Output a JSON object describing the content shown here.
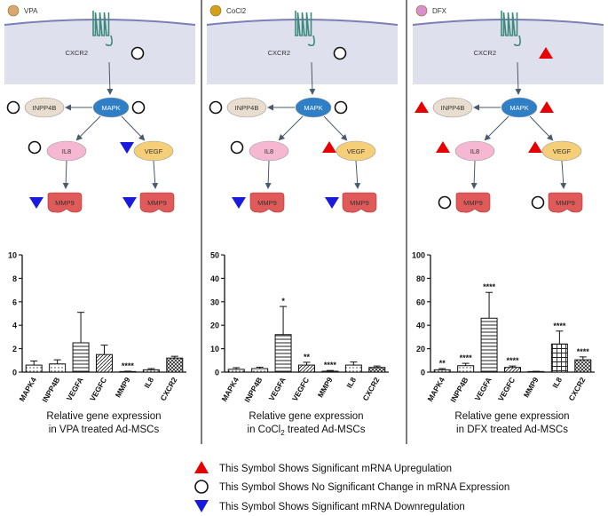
{
  "panels": [
    {
      "id": "vpa",
      "treatment": "VPA",
      "treatment_color": "#d9a770",
      "pathway": {
        "receptor": "CXCR2",
        "kinase": "MAPK",
        "left_target": "INPP4B",
        "mid_left": "IL8",
        "mid_right": "VEGF",
        "effector": "MMP9",
        "symbols": {
          "CXCR2": "circle",
          "INPP4B": "circle",
          "MAPK": "circle",
          "IL8": "circle",
          "VEGF": "down",
          "MMP9_left": "down",
          "MMP9_right": "down"
        }
      },
      "chart_data": {
        "type": "bar",
        "categories": [
          "MAPK4",
          "INPP4B",
          "VEGFA",
          "VEGFC",
          "MMP9",
          "IL8",
          "CXCR2"
        ],
        "values": [
          0.6,
          0.7,
          2.5,
          1.5,
          0.05,
          0.2,
          1.2
        ],
        "errors": [
          0.35,
          0.35,
          2.6,
          0.8,
          0.03,
          0.1,
          0.15
        ],
        "patterns": [
          "dot",
          "dot",
          "hline",
          "diag",
          "none",
          "dot",
          "cross"
        ],
        "annotations": [
          "",
          "",
          "",
          "",
          "****",
          "",
          ""
        ],
        "ylim": [
          0,
          10
        ],
        "yticks": [
          0,
          2,
          4,
          6,
          8,
          10
        ],
        "caption_line1": "Relative gene expression",
        "caption_line2": "in VPA treated Ad-MSCs"
      }
    },
    {
      "id": "cocl2",
      "treatment": "CoCl2",
      "treatment_color": "#d4a017",
      "pathway": {
        "receptor": "CXCR2",
        "kinase": "MAPK",
        "left_target": "INPP4B",
        "mid_left": "IL8",
        "mid_right": "VEGF",
        "effector": "MMP9",
        "symbols": {
          "CXCR2": "circle",
          "INPP4B": "circle",
          "MAPK": "circle",
          "IL8": "circle",
          "VEGF": "up",
          "MMP9_left": "down",
          "MMP9_right": "down"
        }
      },
      "chart_data": {
        "type": "bar",
        "categories": [
          "MAPK4",
          "INPP4B",
          "VEGFA",
          "VEGFC",
          "MMP9",
          "IL8",
          "CXCR2"
        ],
        "values": [
          1.2,
          1.5,
          16,
          3,
          0.4,
          3,
          2
        ],
        "errors": [
          0.7,
          0.6,
          12,
          1.2,
          0.3,
          1.3,
          0.6
        ],
        "patterns": [
          "dot",
          "dot",
          "hline",
          "diag",
          "none",
          "dot",
          "cross"
        ],
        "annotations": [
          "",
          "",
          "*",
          "**",
          "****",
          "",
          ""
        ],
        "ylim": [
          0,
          50
        ],
        "yticks": [
          0,
          10,
          20,
          30,
          40,
          50
        ],
        "caption_line1": "Relative gene expression",
        "caption_line2": "in CoCl",
        "caption_sub": "2",
        "caption_line2_end": " treated Ad-MSCs"
      }
    },
    {
      "id": "dfx",
      "treatment": "DFX",
      "treatment_color": "#d98fc9",
      "pathway": {
        "receptor": "CXCR2",
        "kinase": "MAPK",
        "left_target": "INPP4B",
        "mid_left": "IL8",
        "mid_right": "VEGF",
        "effector": "MMP9",
        "symbols": {
          "CXCR2": "up",
          "INPP4B": "up",
          "MAPK": "up",
          "IL8": "up",
          "VEGF": "up",
          "MMP9_left": "circle",
          "MMP9_right": "circle"
        }
      },
      "chart_data": {
        "type": "bar",
        "categories": [
          "MAPK4",
          "INPP4B",
          "VEGFA",
          "VEGFC",
          "MMP9",
          "IL8",
          "CXCR2"
        ],
        "values": [
          2,
          5.5,
          46,
          4,
          0.5,
          24,
          10.5
        ],
        "errors": [
          1,
          2,
          22,
          1.2,
          0.2,
          11,
          2.5
        ],
        "patterns": [
          "dot",
          "dot",
          "hline",
          "diag",
          "none",
          "grid",
          "cross"
        ],
        "annotations": [
          "**",
          "****",
          "****",
          "****",
          "",
          "****",
          "****"
        ],
        "ylim": [
          0,
          100
        ],
        "yticks": [
          0,
          20,
          40,
          60,
          80,
          100
        ],
        "caption_line1": "Relative gene expression",
        "caption_line2": "in DFX treated Ad-MSCs"
      }
    }
  ],
  "legend": {
    "up": "This Symbol Shows Significant mRNA Upregulation",
    "circle": "This Symbol Shows No Significant Change in mRNA Expression",
    "down": "This Symbol Shows Significant mRNA Downregulation"
  },
  "colors": {
    "up": "#e60000",
    "down": "#1a1adb",
    "mapk": "#2f7fc7",
    "inpp4b": "#e9ddd0",
    "il8": "#f6b7d2",
    "vegf": "#f5cf78",
    "mmp9": "#e15a5a",
    "membrane": "#dfe0ee"
  }
}
